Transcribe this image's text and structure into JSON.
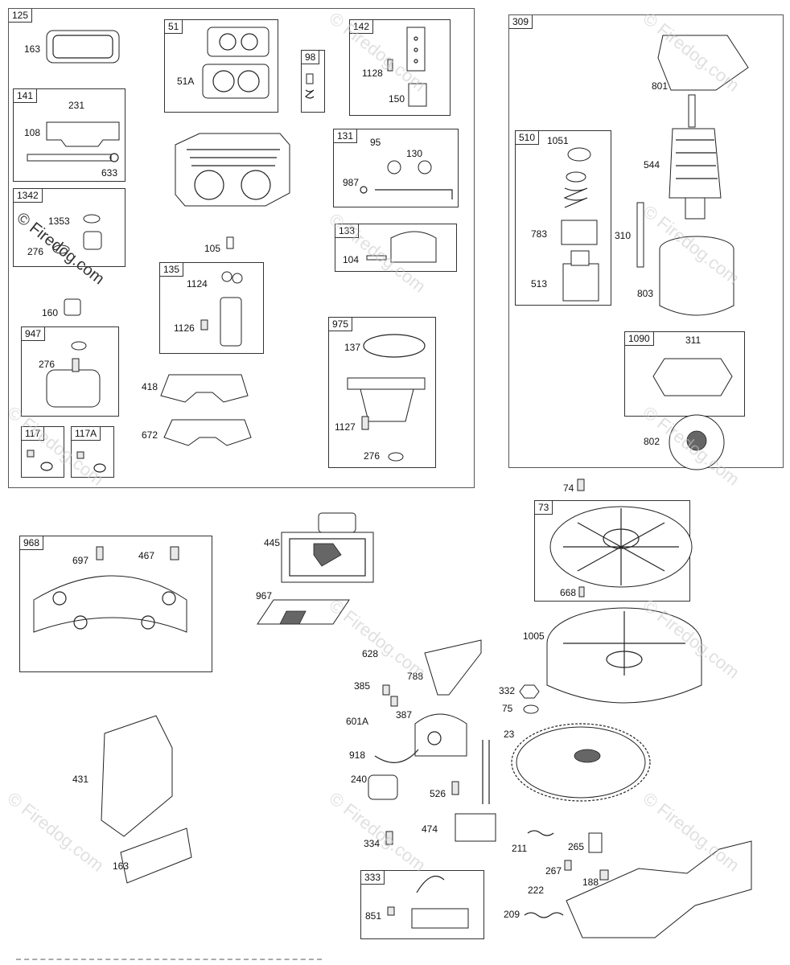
{
  "watermark": "© Firedog.com",
  "groups": [
    {
      "id": "125",
      "label": "125"
    },
    {
      "id": "51",
      "label": "51"
    },
    {
      "id": "98",
      "label": "98"
    },
    {
      "id": "142",
      "label": "142"
    },
    {
      "id": "141",
      "label": "141"
    },
    {
      "id": "131",
      "label": "131"
    },
    {
      "id": "1342",
      "label": "1342"
    },
    {
      "id": "133",
      "label": "133"
    },
    {
      "id": "135",
      "label": "135"
    },
    {
      "id": "947",
      "label": "947"
    },
    {
      "id": "975",
      "label": "975"
    },
    {
      "id": "117",
      "label": "117"
    },
    {
      "id": "117A",
      "label": "117A"
    },
    {
      "id": "309",
      "label": "309"
    },
    {
      "id": "510",
      "label": "510"
    },
    {
      "id": "1090",
      "label": "1090"
    },
    {
      "id": "73",
      "label": "73"
    },
    {
      "id": "968",
      "label": "968"
    },
    {
      "id": "333",
      "label": "333"
    }
  ],
  "parts": [
    "163",
    "51A",
    "1128",
    "150",
    "231",
    "108",
    "633",
    "95",
    "130",
    "987",
    "1353",
    "276",
    "104",
    "105",
    "1124",
    "1126",
    "160",
    "137",
    "276",
    "418",
    "1127",
    "672",
    "276",
    "801",
    "1051",
    "544",
    "783",
    "310",
    "513",
    "803",
    "311",
    "802",
    "74",
    "668",
    "697",
    "467",
    "445",
    "967",
    "1005",
    "628",
    "788",
    "385",
    "332",
    "75",
    "387",
    "601A",
    "23",
    "918",
    "240",
    "526",
    "474",
    "211",
    "265",
    "334",
    "431",
    "163",
    "267",
    "188",
    "222",
    "851",
    "209"
  ]
}
